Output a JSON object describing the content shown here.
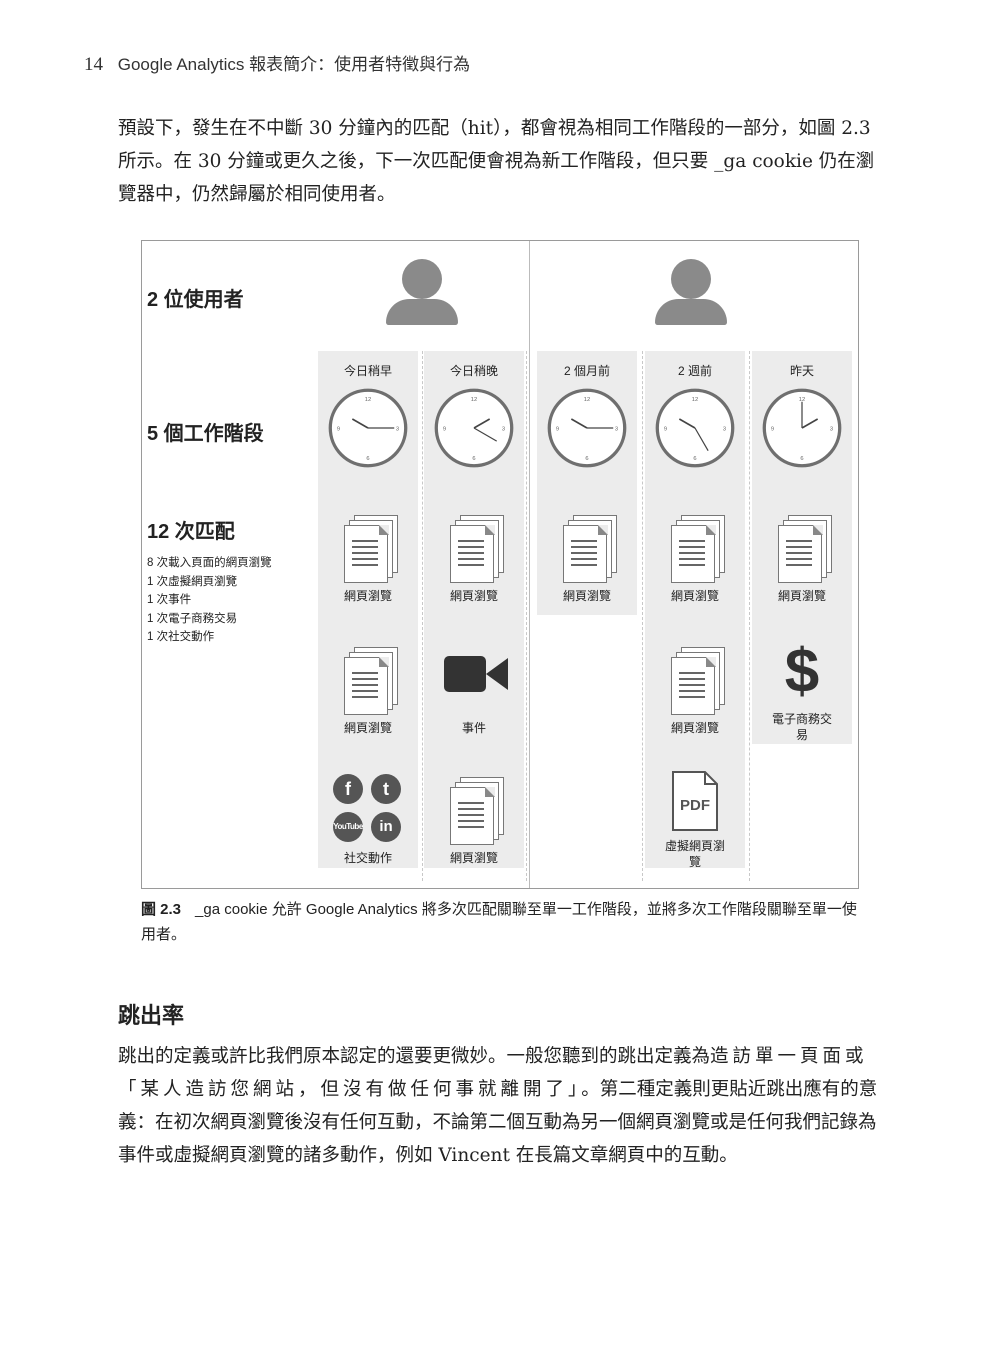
{
  "header": {
    "page_number": "14",
    "title": "Google Analytics 報表簡介：使用者特徵與行為"
  },
  "intro_paragraph": "預設下，發生在不中斷 30 分鐘內的匹配（hit），都會視為相同工作階段的一部分，如圖 2.3 所示。在 30 分鐘或更久之後，下一次匹配便會視為新工作階段，但只要 _ga cookie 仍在瀏覽器中，仍然歸屬於相同使用者。",
  "figure": {
    "users_label": "2 位使用者",
    "sessions_label": "5 個工作階段",
    "hits_label": "12 次匹配",
    "hit_breakdown": [
      "8 次載入頁面的網頁瀏覽",
      "1 次虛擬網頁瀏覽",
      "1 次事件",
      "1 次電子商務交易",
      "1 次社交動作"
    ],
    "columns": [
      {
        "label": "今日稍早",
        "hits": [
          "網頁瀏覽",
          "網頁瀏覽",
          "社交動作"
        ]
      },
      {
        "label": "今日稍晚",
        "hits": [
          "網頁瀏覽",
          "事件",
          "網頁瀏覽"
        ]
      },
      {
        "label": "2 個月前",
        "hits": [
          "網頁瀏覽"
        ]
      },
      {
        "label": "2 週前",
        "hits": [
          "網頁瀏覽",
          "網頁瀏覽",
          "虛擬網頁瀏覽"
        ]
      },
      {
        "label": "昨天",
        "hits": [
          "網頁瀏覽",
          "電子商務交易"
        ]
      }
    ],
    "social_letters": [
      "f",
      "t",
      "in"
    ],
    "youtube_text": "YouTube",
    "pdf_text": "PDF",
    "dollar_text": "$",
    "clock_numbers": [
      "12",
      "3",
      "6",
      "9"
    ],
    "colors": {
      "panel": "#ececec",
      "icon_gray": "#8a8a8a",
      "dark_icon": "#333333"
    }
  },
  "caption": {
    "label": "圖 2.3",
    "text": "_ga cookie 允許 Google Analytics 將多次匹配關聯至單一工作階段，並將多次工作階段關聯至單一使用者。"
  },
  "section": {
    "heading": "跳出率",
    "paragraph_a": "跳出的定義或許比我們原本認定的還要更微妙。一般您聽到的跳出定義為",
    "paragraph_emph": "造訪單一頁面或「某人造訪您網站，但沒有做任何事就離開了」",
    "paragraph_b": "。第二種定義則更貼近跳出應有的意義：在初次網頁瀏覽後沒有任何互動，不論第二個互動為另一個網頁瀏覽或是任何我們記錄為事件或虛擬網頁瀏覽的諸多動作，例如 Vincent 在長篇文章網頁中的互動。"
  }
}
